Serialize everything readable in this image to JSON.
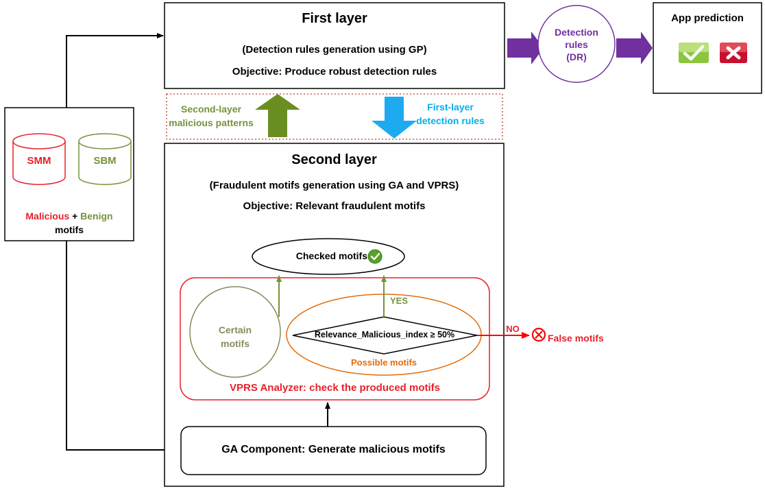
{
  "first_layer": {
    "title": "First layer",
    "subtitle": "(Detection rules generation using GP)",
    "objective": "Objective: Produce robust detection rules"
  },
  "detection_rules": {
    "line1": "Detection",
    "line2": "rules",
    "line3": "(DR)"
  },
  "app_prediction": {
    "title": "App prediction"
  },
  "exchange": {
    "up_label_line1": "Second-layer",
    "up_label_line2": "malicious patterns",
    "down_label_line1": "First-layer",
    "down_label_line2": "detection rules"
  },
  "motifs_db": {
    "smm": "SMM",
    "sbm": "SBM",
    "malicious": "Malicious",
    "plus": " + ",
    "benign": "Benign",
    "motifs": "motifs"
  },
  "second_layer": {
    "title": "Second layer",
    "subtitle": "(Fraudulent motifs generation using GA and VPRS)",
    "objective": "Objective: Relevant fraudulent motifs"
  },
  "checked_motifs": "Checked motifs",
  "vprs": {
    "label": "VPRS Analyzer: check the produced motifs",
    "certain_line1": "Certain",
    "certain_line2": "motifs",
    "yes": "YES",
    "condition": "Relevance_Malicious_index ≥ 50%",
    "possible": "Possible motifs",
    "no": "NO",
    "false_motifs": "False motifs"
  },
  "ga_component": "GA Component: Generate malicious motifs",
  "colors": {
    "red": "#e8202a",
    "green": "#76923c",
    "olive": "#8a8a5c",
    "orange": "#e36c0a",
    "purple": "#7030a0",
    "cyan": "#00b0f0",
    "arrow_green": "#6b8e23"
  },
  "icons": [
    "check-circle-icon",
    "checkmark-icon",
    "cross-icon",
    "x-circle-icon"
  ]
}
